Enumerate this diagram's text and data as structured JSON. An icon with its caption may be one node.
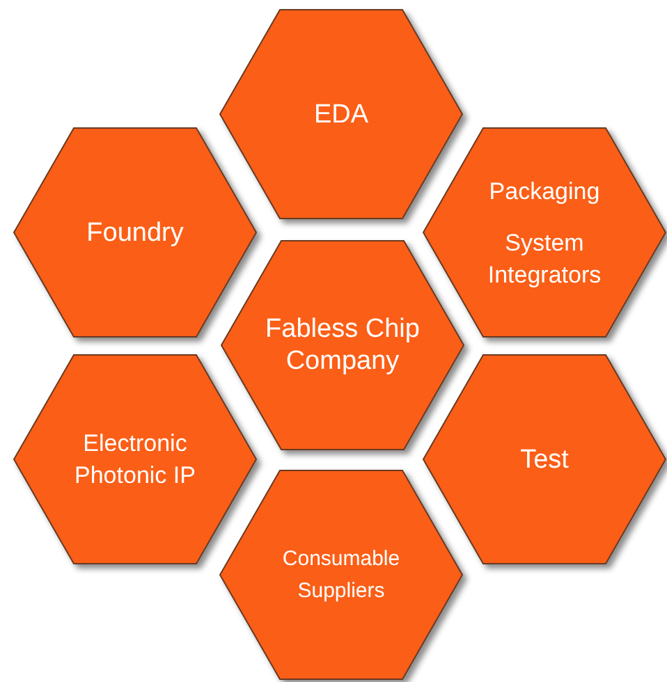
{
  "diagram": {
    "nodes": [
      {
        "text": [
          "EDA"
        ]
      },
      {
        "text": [
          "Foundry"
        ]
      },
      {
        "text": [
          "Packaging",
          "System Integrators"
        ]
      },
      {
        "text": [
          "Fabless Chip Company"
        ]
      },
      {
        "text": [
          "Electronic Photonic IP"
        ]
      },
      {
        "text": [
          "Test"
        ]
      },
      {
        "text": [
          "Consumable Suppliers"
        ]
      }
    ],
    "edges": []
  }
}
